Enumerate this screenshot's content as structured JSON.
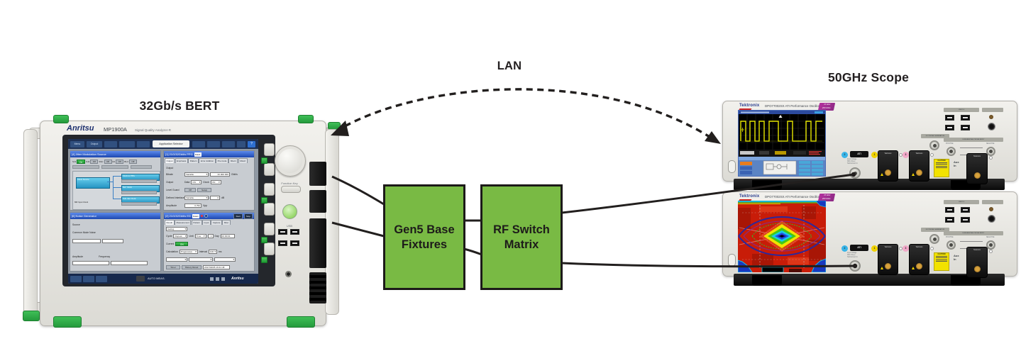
{
  "glyphs": {
    "dropdown": "▾",
    "help": "?"
  },
  "theme": {
    "box_green": "#79ba44",
    "box_border": "#1c1a19",
    "line_black": "#221f1e",
    "anritsu_navy": "#1c2f6e",
    "tek_blue": "#24388c",
    "badge_magenta": "#a5309a",
    "panel_title_blue": "#2a55c0",
    "key_green": "#2fae3f"
  },
  "diagram_labels": {
    "bert": "32Gb/s BERT",
    "lan": "LAN",
    "scope": "50GHz Scope"
  },
  "boxes": {
    "gen5_line1": "Gen5 Base",
    "gen5_line2": "Fixtures",
    "rf_line1": "RF Switch",
    "rf_line2": "Matrix"
  },
  "bert": {
    "brand": "Anritsu",
    "model": "MP1900A",
    "model_desc": "Signal Quality Analyzer-R",
    "toolbar": {
      "menu": "Menu",
      "output": "Output",
      "selector": "Application Selector",
      "help": "?"
    },
    "jitter": {
      "title": "[4] Jitter Modulation Source",
      "sj1": "SJ1",
      "on": "On",
      "sj2": "SJ2",
      "off": "Off",
      "ssc": "SSC",
      "rj": "RJ",
      "buj": "BUJ",
      "clock_source": "Clock Source",
      "clock_to_ppg": "Clock to PPG",
      "ref_clock": "Ref. Clock",
      "subrate_clock": "Sub-rate Clock",
      "input_clock": "MR Input Clock"
    },
    "ppg": {
      "title": "[1] 21G/32Gbit/s PPG",
      "data1": "Data1",
      "tabs": [
        "Output",
        "Emphasis",
        "Pattern",
        "Error Addition",
        "Pre-Code",
        "Misc1",
        "Misc2"
      ],
      "section": "Output",
      "bitrate": "Bitrate",
      "variable": "Variable",
      "bitrate_val": "32.000 000",
      "bitrate_unit": "Gbit/s",
      "output": "Output",
      "data": "Data",
      "on": "ON",
      "clock": "Clock",
      "level_guard": "Level Guard",
      "off": "Off",
      "setup": "Setup",
      "defined_if": "Defined Interface",
      "zero": "0",
      "db": "dB",
      "amplitude": "Amplitude",
      "amp_val": "0.752",
      "amp_unit": "Vpp"
    },
    "noise": {
      "title": "[6] Noise Generator",
      "source": "Source",
      "common": "Common Mode Noise",
      "amplitude": "Amplitude",
      "frequency": "Frequency"
    },
    "ed": {
      "title": "[2] 21G/32Gbit/s ED",
      "data1": "Data1",
      "start": "Start",
      "stop": "Stop",
      "tabs": [
        "Result",
        "Measurement",
        "Pattern",
        "Input",
        "Capture",
        "Misc"
      ],
      "gating": "Gating",
      "cycle": "Cycle",
      "repeat": "Repeat",
      "unit": "Unit",
      "time": "Time",
      "one": "1",
      "day": "Day",
      "duration": "00:00:01",
      "current": "Current",
      "on": "ON",
      "calculation": "Calculation",
      "progressive": "Progressive",
      "interval": "Interval",
      "interval_val": "100",
      "ms": "ms",
      "timer": "Timer",
      "history": "History Reset",
      "stamp": "2017/04/05 16:41:48"
    },
    "statusbar": {
      "auto": "AUTO MEAS.",
      "brand": "Anritsu"
    },
    "controls": {
      "function_key": "Function Key",
      "usb": "USB"
    }
  },
  "scope": {
    "brand": "Tektronix",
    "model": "DPO77002SX ATI Performance Oscilloscope",
    "badge_top": "70 GHz",
    "badge_bot": "200 GS/s",
    "panel": {
      "ch2": "2",
      "ati": "ATI",
      "ati_sub1": "Input Voltage",
      "ati_sub2": "300 mVp-p",
      "ati_sub3": "TekConnect In",
      "ch1": "1",
      "ch3": "3",
      "module_brand": "Tektronix",
      "caution": "CAUTION",
      "aux1": "Aux",
      "aux2": "In",
      "usb": "USB 2.0",
      "dc_cal": "DC PROBE CALIBRATION",
      "diff": "DIFFERENTIAL PROBE INPUT",
      "pos": "POSITIVE",
      "neg": "NEGATIVE"
    }
  }
}
